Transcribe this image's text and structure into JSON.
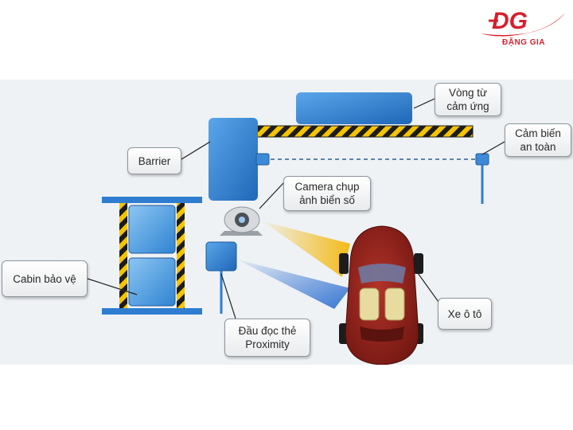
{
  "logo": {
    "mark": "DG",
    "name": "ĐẶNG GIA"
  },
  "labels": {
    "vong_tu": "Vòng từ\ncảm ứng",
    "cam_bien": "Cảm biến\nan toàn",
    "barrier": "Barrier",
    "camera": "Camera chụp\nảnh biển số",
    "cabin": "Cabin bảo vệ",
    "dau_doc": "Đầu đọc thẻ\nProximity",
    "xe": "Xe ô tô"
  },
  "colors": {
    "logo_red": "#d81e2c",
    "equipment_blue": "#2e7dd1",
    "hazard_yellow": "#f5c400",
    "car_red": "#8c1f1a"
  }
}
